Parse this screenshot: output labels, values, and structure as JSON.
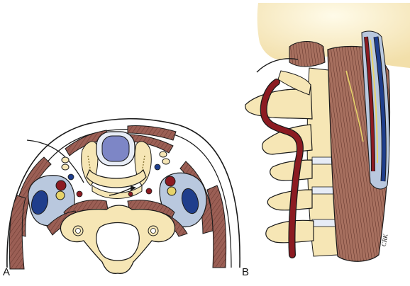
{
  "panels": [
    {
      "label": "A"
    },
    {
      "label": "B"
    }
  ],
  "signature": "CRK",
  "colors": {
    "bone": "#f6e6b5",
    "muscle": "#9b5f55",
    "muscle_light": "#c79a8c",
    "artery": "#8c1b22",
    "vein": "#1f3e8c",
    "nerve": "#e6d36a",
    "fascia": "#b9c8de",
    "trachea_lumen": "#7d86c6",
    "outline": "#1a1a1a",
    "skull_shade": "#fbf1cf"
  }
}
